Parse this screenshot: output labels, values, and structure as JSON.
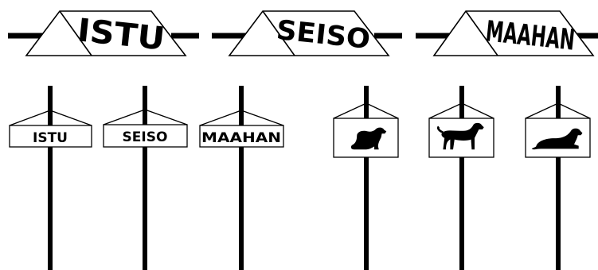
{
  "top_signs": [
    {
      "word": "ISTU"
    },
    {
      "word": "SEISO"
    },
    {
      "word": "MAAHAN"
    }
  ],
  "word_cards": [
    {
      "word": "ISTU"
    },
    {
      "word": "SEISO"
    },
    {
      "word": "MAAHAN"
    }
  ],
  "picture_cards": [
    {
      "icon": "dog-sitting-icon"
    },
    {
      "icon": "dog-standing-icon"
    },
    {
      "icon": "dog-lying-down-icon"
    }
  ],
  "colors": {
    "ink": "#000000",
    "background": "#ffffff"
  }
}
